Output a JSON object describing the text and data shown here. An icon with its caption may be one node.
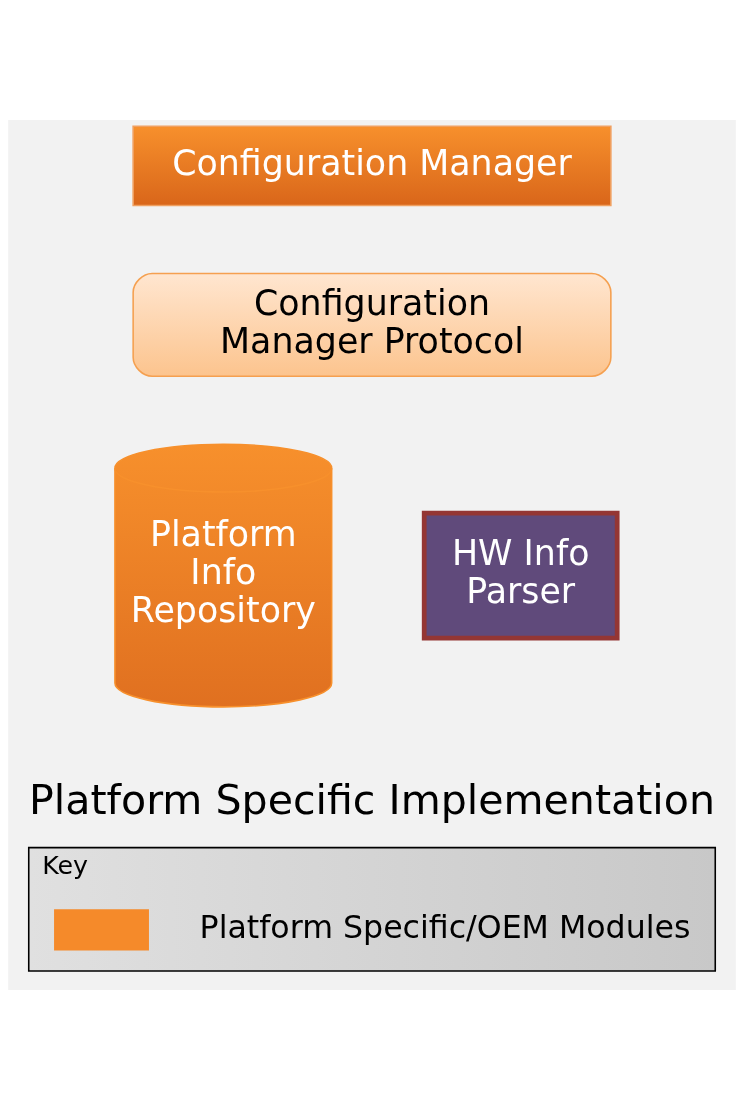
{
  "diagram": {
    "nodes": [
      {
        "text": [
          "Configuration Manager"
        ]
      },
      {
        "text": [
          "Configuration Manager Protocol"
        ]
      },
      {
        "text": [
          "Platform Info Repository"
        ]
      },
      {
        "text": [
          "HW Info Parser"
        ]
      },
      {
        "text": [
          "Key"
        ]
      }
    ],
    "edges": [],
    "labels": [
      "Platform Specific Implementation"
    ],
    "legend": [
      {
        "text": "Platform Specific/OEM Modules",
        "color": "#f58a2a"
      }
    ]
  }
}
